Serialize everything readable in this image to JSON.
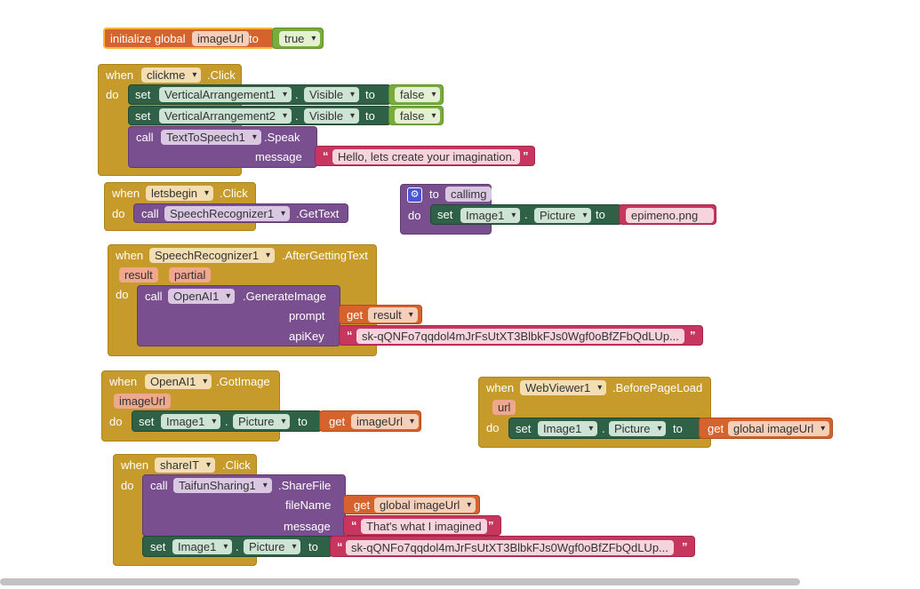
{
  "common": {
    "when": "when",
    "do": "do",
    "set": "set",
    "call": "call",
    "to": "to",
    "get": "get",
    "dot": ".",
    "quote_open": "“",
    "quote_close": "”"
  },
  "init_global": {
    "label": "initialize global",
    "var": "imageUrl",
    "to": "to",
    "value": "true"
  },
  "b_clickme": {
    "component": "clickme",
    "event": ".Click",
    "set1": {
      "component": "VerticalArrangement1",
      "prop": "Visible",
      "value": "false"
    },
    "set2": {
      "component": "VerticalArrangement2",
      "prop": "Visible",
      "value": "false"
    },
    "call": {
      "component": "TextToSpeech1",
      "method": ".Speak",
      "arg_label": "message",
      "text": "Hello, lets create your imagination."
    }
  },
  "b_letsbegin": {
    "component": "letsbegin",
    "event": ".Click",
    "call_component": "SpeechRecognizer1",
    "method": ".GetText"
  },
  "b_callimg": {
    "proc_name": "callimg",
    "component": "Image1",
    "prop": "Picture",
    "value": "epimeno.png"
  },
  "b_speech": {
    "component": "SpeechRecognizer1",
    "event": ".AfterGettingText",
    "params": [
      "result",
      "partial"
    ],
    "call_component": "OpenAI1",
    "method": ".GenerateImage",
    "arg1_label": "prompt",
    "arg1_var": "result",
    "arg2_label": "apiKey",
    "arg2_text": "sk-qQNFo7qqdol4mJrFsUtXT3BlbkFJs0Wgf0oBfZFbQdLUp..."
  },
  "b_openai": {
    "component": "OpenAI1",
    "event": ".GotImage",
    "param": "imageUrl",
    "set_component": "Image1",
    "prop": "Picture",
    "var": "imageUrl"
  },
  "b_webviewer": {
    "component": "WebViewer1",
    "event": ".BeforePageLoad",
    "param": "url",
    "set_component": "Image1",
    "prop": "Picture",
    "var": "global imageUrl"
  },
  "b_share": {
    "component": "shareIT",
    "event": ".Click",
    "call_component": "TaifunSharing1",
    "method": ".ShareFile",
    "arg1_label": "fileName",
    "arg1_var": "global imageUrl",
    "arg2_label": "message",
    "arg2_text": "That's what I imagined",
    "set_component": "Image1",
    "prop": "Picture",
    "set_text": "sk-qQNFo7qqdol4mJrFsUtXT3BlbkFJs0Wgf0oBfZFbQdLUp..."
  }
}
